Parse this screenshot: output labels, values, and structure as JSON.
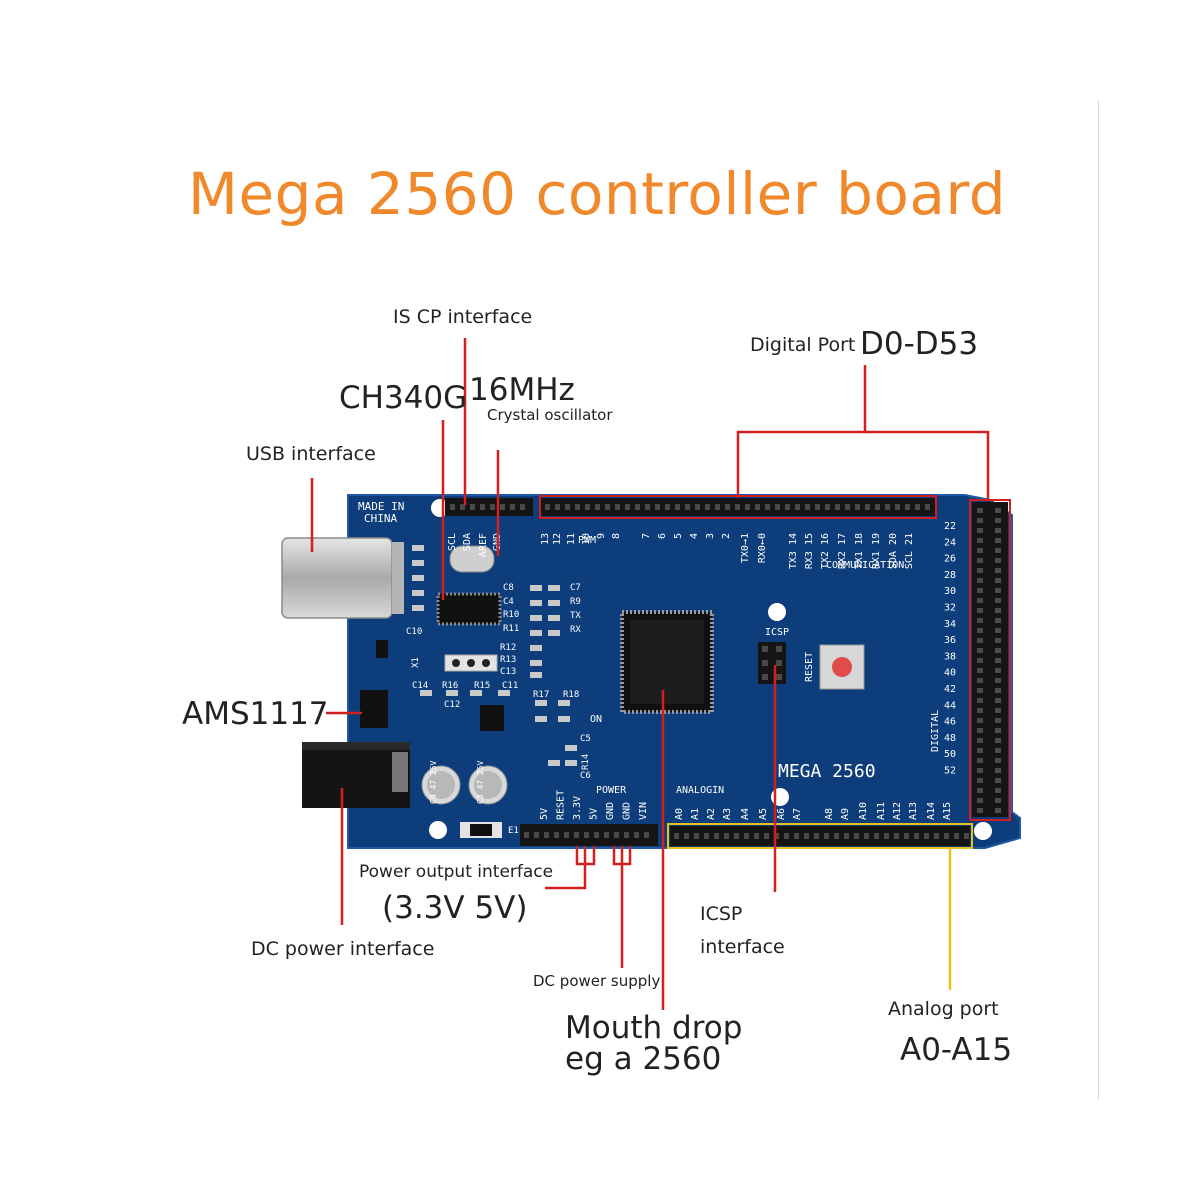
{
  "title": "Mega 2560 controller board",
  "labels": {
    "iscp": "IS CP interface",
    "digital_port_prefix": "Digital Port",
    "digital_port_range": "D0-D53",
    "ch340g": "CH340G",
    "mhz": "16MHz",
    "crystal": "Crystal oscillator",
    "usb": "USB interface",
    "ams": "AMS1117",
    "power_output": "Power output interface",
    "power_output_volts": "(3.3V  5V)",
    "dc_power_interface": "DC power interface",
    "dc_power_supply": "DC power supply",
    "mouth_drop_1": "Mouth drop",
    "mouth_drop_2": "eg a 2560",
    "icsp_1": "ICSP",
    "icsp_2": "interface",
    "analog_port": "Analog port",
    "analog_range": "A0-A15"
  },
  "board": {
    "made_in": "MADE IN",
    "china": "CHINA",
    "name": "MEGA  2560",
    "top_header_labels": [
      "SCL",
      "SDA",
      "AREF",
      "GND",
      "13",
      "12",
      "11",
      "10",
      "9",
      "8",
      "7",
      "6",
      "5",
      "4",
      "3",
      "2",
      "TX0→1",
      "RX0←0",
      "TX3 14",
      "RX3 15",
      "TX2 16",
      "RX2 17",
      "TX1 18",
      "RX1 19",
      "SDA 20",
      "SCL 21"
    ],
    "pwm": "PWM",
    "communication": "COMMUNICATION",
    "right_numbers": [
      "22",
      "24",
      "26",
      "28",
      "30",
      "32",
      "34",
      "36",
      "38",
      "40",
      "42",
      "44",
      "46",
      "48",
      "50",
      "52"
    ],
    "digital": "DIGITAL",
    "power_title": "POWER",
    "power_pins": [
      "5V",
      "RESET",
      "3.3V",
      "5V",
      "GND",
      "GND",
      "VIN"
    ],
    "analog_title": "ANALOGIN",
    "analog_pins": [
      "A0",
      "A1",
      "A2",
      "A3",
      "A4",
      "A5",
      "A6",
      "A7",
      "A8",
      "A9",
      "A10",
      "A11",
      "A12",
      "A13",
      "A14",
      "A15"
    ],
    "icsp": "ICSP",
    "reset": "RESET",
    "on": "ON",
    "parts": [
      "C8",
      "C4",
      "R10",
      "R11",
      "R12",
      "R13",
      "C13",
      "C7",
      "R9",
      "TX",
      "RX",
      "C14",
      "R16",
      "R15",
      "C11",
      "C12",
      "R17",
      "R18",
      "C5",
      "R14",
      "C6",
      "C10",
      "X1",
      "E1"
    ],
    "cap_text": "C9 47 25V",
    "cap_text2": "C3 47 25V"
  },
  "colors": {
    "title": "#f0892b",
    "board": "#0d3d7a",
    "callout_red": "#d21f1f",
    "callout_yellow": "#e8c21a"
  }
}
